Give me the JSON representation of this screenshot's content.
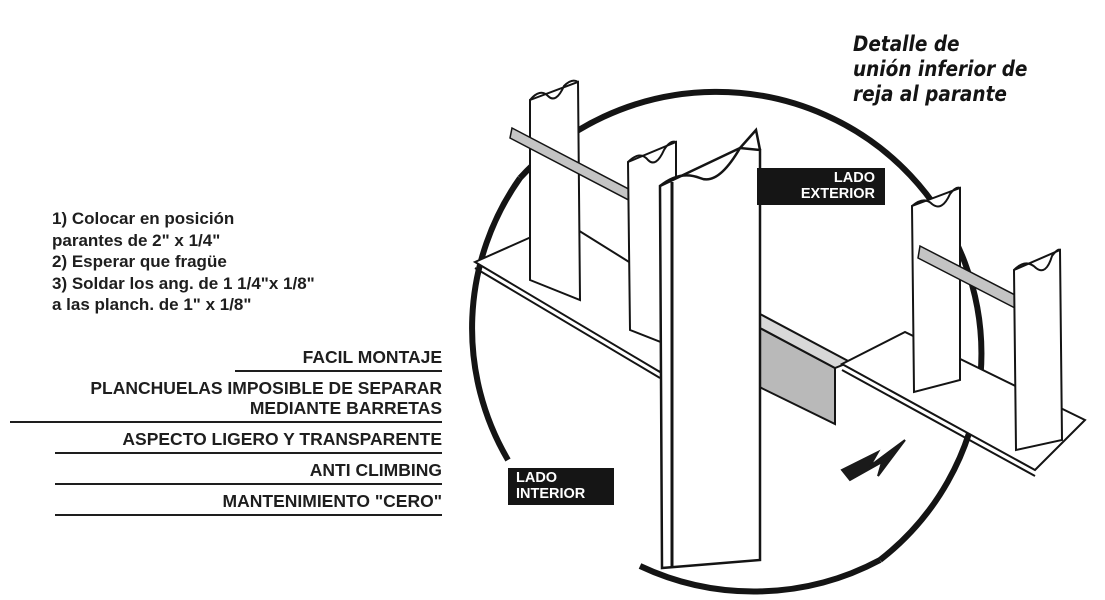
{
  "instructions": {
    "steps": [
      [
        "1) Colocar en posición",
        "parantes de 2\" x 1/4\""
      ],
      [
        "2) Esperar que fragüe"
      ],
      [
        "3) Soldar los ang. de 1 1/4\"x 1/8\"",
        "a las planch. de 1\" x 1/8\""
      ]
    ]
  },
  "features": [
    [
      "FACIL MONTAJE"
    ],
    [
      "PLANCHUELAS IMPOSIBLE DE SEPARAR",
      "MEDIANTE BARRETAS"
    ],
    [
      "ASPECTO LIGERO Y TRANSPARENTE"
    ],
    [
      "ANTI CLIMBING"
    ],
    [
      "MANTENIMIENTO \"CERO\""
    ]
  ],
  "detail": {
    "title_lines": [
      "Detalle de",
      "unión inferior de",
      "reja al parante"
    ]
  },
  "labels": {
    "exterior": [
      "LADO",
      "EXTERIOR"
    ],
    "interior": [
      "LADO",
      "INTERIOR"
    ]
  },
  "colors": {
    "ink": "#1a1a1a",
    "tag_bg": "#151515",
    "metal_gray": "#b9b9b9",
    "page_bg": "#ffffff"
  }
}
